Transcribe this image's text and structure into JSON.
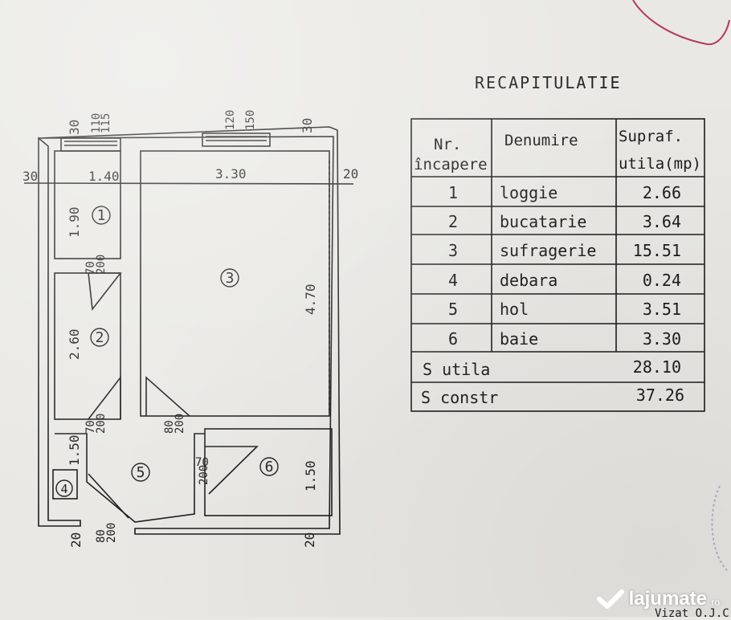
{
  "summary": {
    "title": "RECAPITULATIE",
    "headers": {
      "nr": [
        "Nr.",
        "încapere"
      ],
      "name": "Denumire",
      "area": [
        "Supraf.",
        "utila(mp)"
      ]
    },
    "rooms": [
      {
        "nr": "1",
        "name": "loggie",
        "area": "2.66"
      },
      {
        "nr": "2",
        "name": "bucatarie",
        "area": "3.64"
      },
      {
        "nr": "3",
        "name": "sufragerie",
        "area": "15.51"
      },
      {
        "nr": "4",
        "name": "debara",
        "area": "0.24"
      },
      {
        "nr": "5",
        "name": "hol",
        "area": "3.51"
      },
      {
        "nr": "6",
        "name": "baie",
        "area": "3.30"
      }
    ],
    "totals": [
      {
        "label": "S utila",
        "value": "28.10"
      },
      {
        "label": "S constr",
        "value": "37.26"
      }
    ]
  },
  "plan": {
    "room_numbers": [
      "1",
      "2",
      "3",
      "4",
      "5",
      "6"
    ],
    "dimensions": {
      "left_edge": "30",
      "right_edge": "20",
      "loggia_width": "1.40",
      "living_width": "3.30",
      "loggia_height": "1.90",
      "kitchen_height": "2.60",
      "hall_height": "1.50",
      "living_height": "4.70",
      "bath_height": "1.50",
      "bottom_left": "20",
      "bottom_right": "20",
      "top_wall_left": "30",
      "top_wall_right": "30",
      "window_left": [
        "110",
        "115"
      ],
      "window_right": [
        "120",
        "150"
      ],
      "door_loggia": [
        "70",
        "200"
      ],
      "door_kitchen": [
        "70",
        "200"
      ],
      "door_living": [
        "80",
        "200"
      ],
      "door_bath": [
        "70",
        "200"
      ],
      "door_entry": [
        "80",
        "200"
      ]
    }
  },
  "stamp_text": "Vizat O.J.C.",
  "watermark": {
    "brand": "lajumate",
    "suffix": ".ro"
  }
}
